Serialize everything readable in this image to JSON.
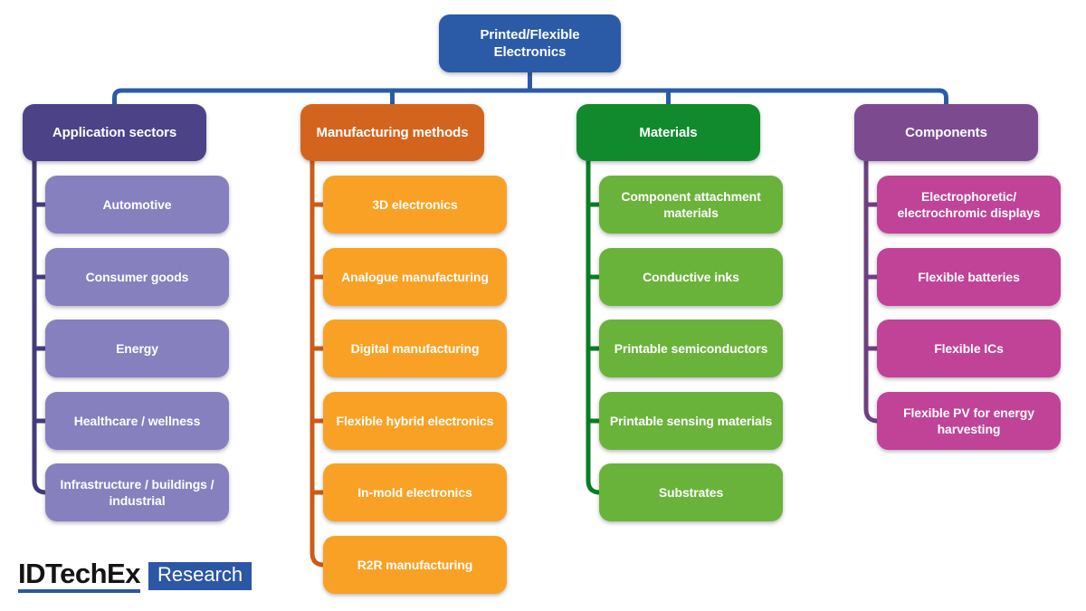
{
  "root": {
    "label": "Printed/Flexible\nElectronics",
    "color": "#2b5ba6"
  },
  "tree_line_color": "#2b5ba6",
  "columns": [
    {
      "name": "application-sectors",
      "header": {
        "label": "Application sectors",
        "color": "#4c4288"
      },
      "child_color": "#8780bf",
      "line_color": "#443b7a",
      "children": [
        "Automotive",
        "Consumer goods",
        "Energy",
        "Healthcare / wellness",
        "Infrastructure / buildings /\nindustrial"
      ]
    },
    {
      "name": "manufacturing-methods",
      "header": {
        "label": "Manufacturing methods",
        "color": "#d3641e"
      },
      "child_color": "#f9a125",
      "line_color": "#cc5c17",
      "children": [
        "3D electronics",
        "Analogue manufacturing",
        "Digital manufacturing",
        "Flexible hybrid electronics",
        "In-mold electronics",
        "R2R manufacturing"
      ]
    },
    {
      "name": "materials",
      "header": {
        "label": "Materials",
        "color": "#108a2c"
      },
      "child_color": "#6ab33a",
      "line_color": "#0a7d26",
      "children": [
        "Component attachment\nmaterials",
        "Conductive inks",
        "Printable semiconductors",
        "Printable sensing materials",
        "Substrates"
      ]
    },
    {
      "name": "components",
      "header": {
        "label": "Components",
        "color": "#7c4b8f"
      },
      "child_color": "#c04397",
      "line_color": "#6e4083",
      "children": [
        "Electrophoretic/\nelectrochromic displays",
        "Flexible batteries",
        "Flexible ICs",
        "Flexible PV for energy\nharvesting"
      ]
    }
  ],
  "logo": {
    "brand": "IDTechEx",
    "label": "Research",
    "accent_color": "#2b57a5"
  }
}
